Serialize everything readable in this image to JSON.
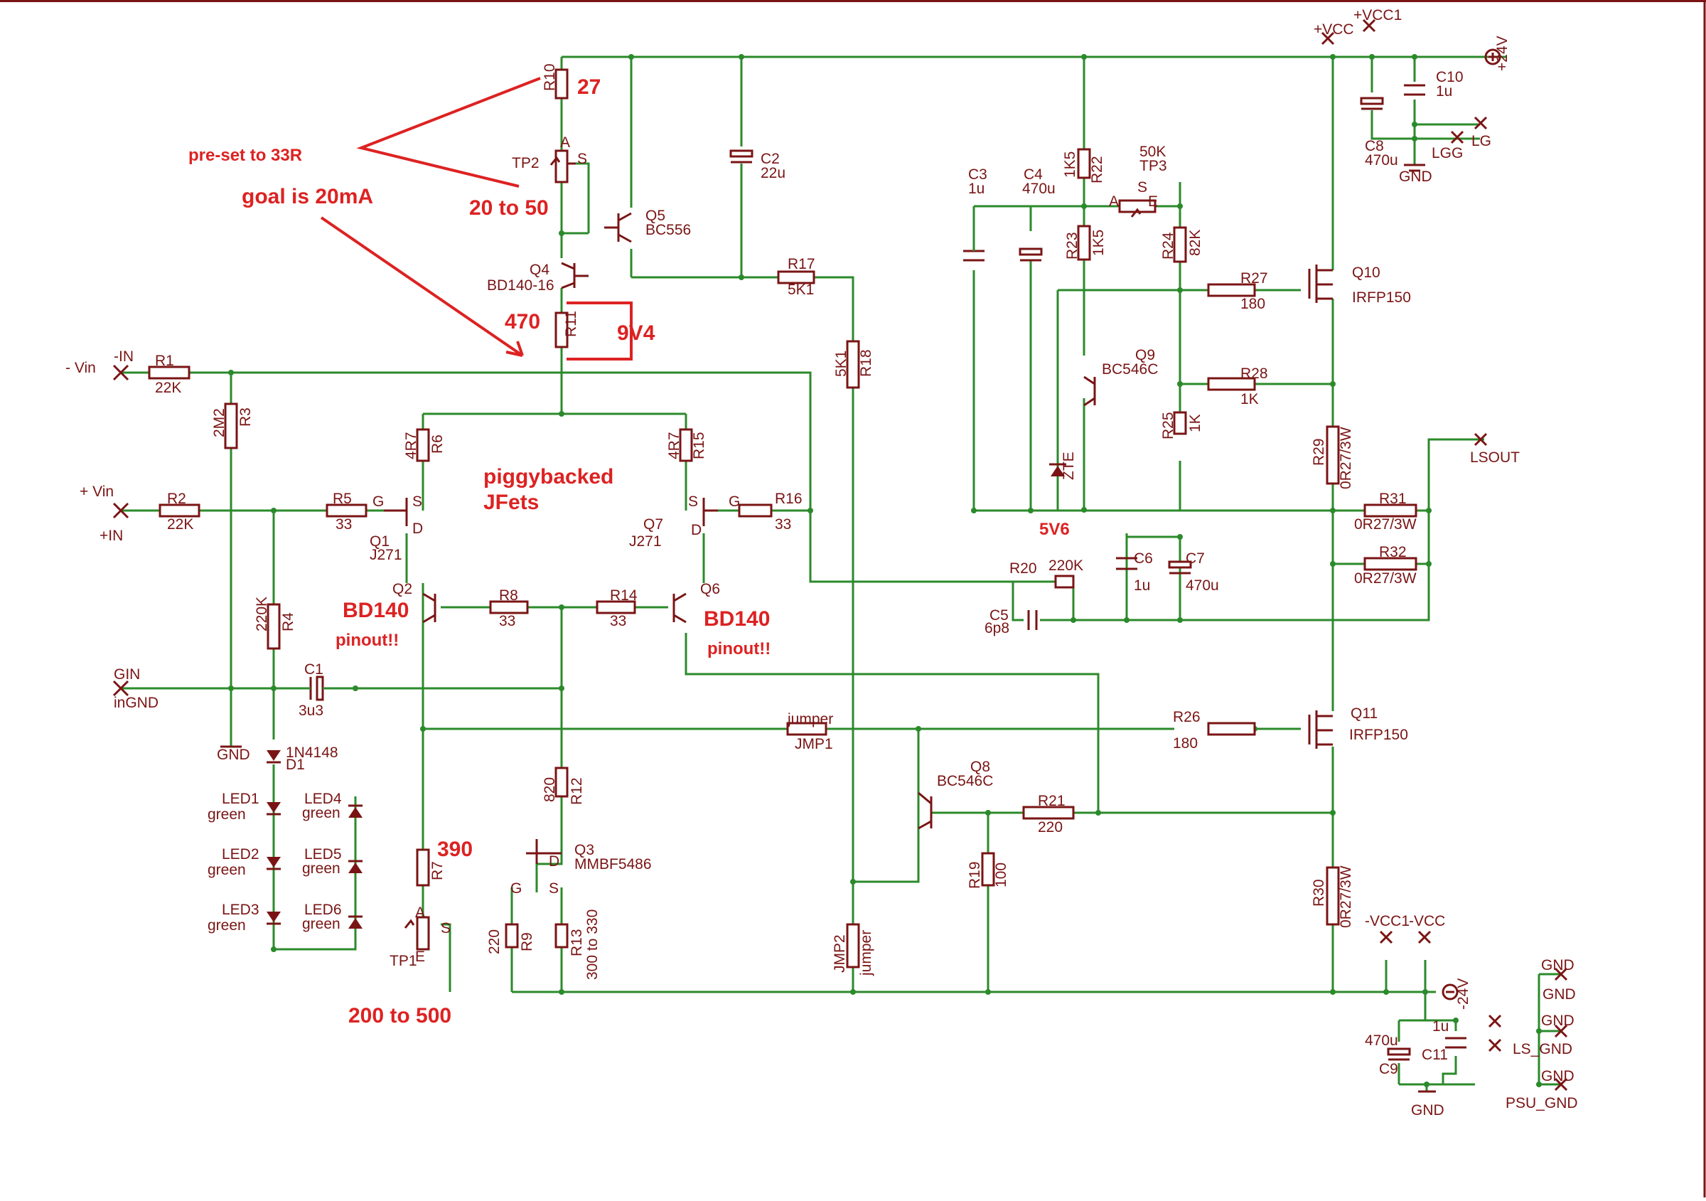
{
  "diagram": {
    "terminals": {
      "minus_vin": "- Vin",
      "minus_in": "-IN",
      "plus_vin": "+ Vin",
      "plus_in": "+IN",
      "gin": "GIN",
      "ingnd": "inGND",
      "vcc": "+VCC",
      "vcc1": "+VCC1",
      "plus24": "+24V",
      "minus24": "-24V",
      "lg": "LG",
      "lgg": "LGG",
      "lsout": "LSOUT",
      "gnd": "GND",
      "ls_gnd": "LS_GND",
      "psu_gnd": "PSU_GND",
      "minus_vcc1": "-VCC1",
      "minus_vcc": "-VCC"
    },
    "components": {
      "r1_name": "R1",
      "r1_val": "22K",
      "r2_name": "R2",
      "r2_val": "22K",
      "r3_name": "R3",
      "r3_val": "2M2",
      "r4_name": "R4",
      "r4_val": "220K",
      "r5_name": "R5",
      "r5_val": "33",
      "r6_name": "R6",
      "r6_val": "4R7",
      "r7_name": "R7",
      "r8_name": "R8",
      "r8_val": "33",
      "r9_name": "R9",
      "r9_val": "220",
      "r10_name": "R10",
      "r11_name": "R11",
      "r12_name": "R12",
      "r12_val": "820",
      "r13_name": "R13",
      "r13_val": "300 to 330",
      "r14_name": "R14",
      "r14_val": "33",
      "r15_name": "R15",
      "r15_val": "4R7",
      "r16_name": "R16",
      "r16_val": "33",
      "r17_name": "R17",
      "r17_val": "5K1",
      "r18_name": "R18",
      "r18_val": "5K1",
      "r19_name": "R19",
      "r19_val": "100",
      "r20_name": "R20",
      "r20_val": "220K",
      "r21_name": "R21",
      "r21_val": "220",
      "r22_name": "R22",
      "r22_val": "1K5",
      "r23_name": "R23",
      "r23_val": "1K5",
      "r24_name": "R24",
      "r24_val": "82K",
      "r25_name": "R25",
      "r25_val": "1K",
      "r26_name": "R26",
      "r26_val": "180",
      "r27_name": "R27",
      "r27_val": "180",
      "r28_name": "R28",
      "r28_val": "1K",
      "r29_name": "R29",
      "r29_val": "0R27/3W",
      "r30_name": "R30",
      "r30_val": "0R27/3W",
      "r31_name": "R31",
      "r31_val": "0R27/3W",
      "r32_name": "R32",
      "r32_val": "0R27/3W",
      "c1_name": "C1",
      "c1_val": "3u3",
      "c2_name": "C2",
      "c2_val": "22u",
      "c3_name": "C3",
      "c3_val": "1u",
      "c4_name": "C4",
      "c4_val": "470u",
      "c5_name": "C5",
      "c5_val": "6p8",
      "c6_name": "C6",
      "c6_val": "1u",
      "c7_name": "C7",
      "c7_val": "470u",
      "c8_name": "C8",
      "c8_val": "470u",
      "c9_name": "C9",
      "c9_val": "470u",
      "c10_name": "C10",
      "c10_val": "1u",
      "c11_name": "C11",
      "c11_val": "1u",
      "q1_name": "Q1",
      "q1_val": "J271",
      "q2_name": "Q2",
      "q3_name": "Q3",
      "q3_val": "MMBF5486",
      "q4_name": "Q4",
      "q4_val": "BD140-16",
      "q5_name": "Q5",
      "q5_val": "BC556",
      "q6_name": "Q6",
      "q7_name": "Q7",
      "q7_val": "J271",
      "q8_name": "Q8",
      "q8_val": "BC546C",
      "q9_name": "Q9",
      "q9_val": "BC546C",
      "q10_name": "Q10",
      "q11_name": "Q11",
      "tp1_name": "TP1",
      "tp2_name": "TP2",
      "tp3_name": "TP3",
      "tp3_val": "50K",
      "d1_name": "D1",
      "d1_val": "1N4148",
      "zte": "ZTE",
      "led1": "LED1",
      "led2": "LED2",
      "led3": "LED3",
      "led4": "LED4",
      "led5": "LED5",
      "led6": "LED6",
      "green": "green",
      "jmp1": "JMP1",
      "jmp2": "JMP2",
      "jumper": "jumper",
      "pin_a": "A",
      "pin_e": "E",
      "pin_s": "S",
      "pin_g": "G",
      "pin_d": "D"
    },
    "annotations": {
      "preset": "pre-set to 33R",
      "goal": "goal is 20mA",
      "r10_val": "27",
      "tp2_range": "20 to 50",
      "r11_val": "470",
      "v94": "9V4",
      "piggy1": "piggybacked",
      "piggy2": "JFets",
      "bd140_left": "BD140",
      "bd140_right": "BD140",
      "pinout_left": "pinout!!",
      "pinout_right": "pinout!!",
      "r7_val": "390",
      "tp1_range": "200 to 500",
      "z56": "5V6",
      "irfp_top": "IRFP150",
      "irfp_bot": "IRFP150"
    }
  }
}
